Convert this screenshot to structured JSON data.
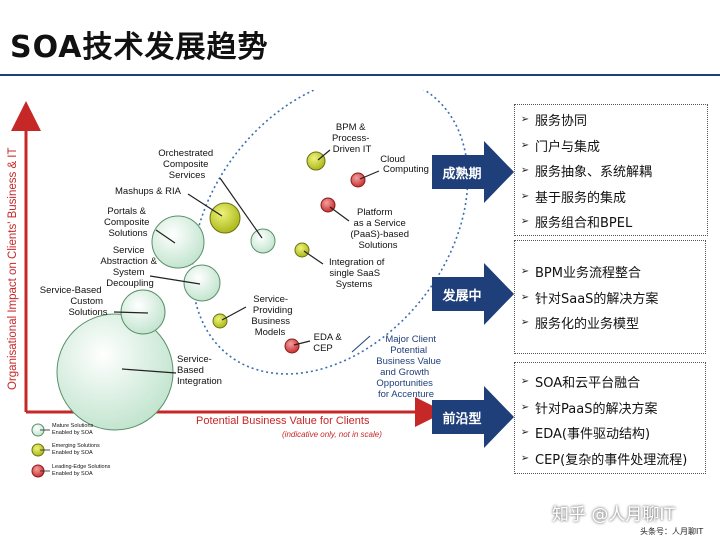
{
  "title": "SOA技术发展趋势",
  "diagram": {
    "y_axis_label": "Organisational Impact on Clients' Business & IT",
    "x_axis_label": "Potential Business Value for Clients",
    "x_axis_note": "(indicative only, not in scale)",
    "labels": {
      "service_based_integration": [
        "Service-",
        "Based",
        "Integration"
      ],
      "service_based_custom": [
        "Service-Based",
        "Custom",
        "Solutions"
      ],
      "service_abstraction": [
        "Service",
        "Abstraction &",
        "System",
        "Decoupling"
      ],
      "portals": [
        "Portals &",
        "Composite",
        "Solutions"
      ],
      "mashups": [
        "Mashups & RIA"
      ],
      "orchestrated": [
        "Orchestrated",
        "Composite",
        "Services"
      ],
      "bpm": [
        "BPM &",
        "Process-",
        "Driven IT"
      ],
      "cloud": [
        "Cloud",
        "Computing"
      ],
      "paas": [
        "Platform",
        "as a Service",
        "(PaaS)-based",
        "Solutions"
      ],
      "saas": [
        "Integration of",
        "single SaaS",
        "Systems"
      ],
      "service_providing": [
        "Service-",
        "Providing",
        "Business",
        "Models"
      ],
      "eda": [
        "EDA &",
        "CEP"
      ]
    },
    "ellipse_note": [
      "Major Client",
      "Potential",
      "Business Value",
      "and Growth",
      "Opportunities",
      "for Accenture"
    ],
    "legend": [
      {
        "line1": "Mature Solutions",
        "line2": "Enabled by SOA",
        "color": "#d8f0e0"
      },
      {
        "line1": "Emerging Solutions",
        "line2": "Enabled by SOA",
        "color": "#c8d23a"
      },
      {
        "line1": "Leading-Edge Solutions",
        "line2": "Enabled by SOA",
        "color": "#d9534f"
      }
    ]
  },
  "stages": [
    {
      "label": "成熟期",
      "items": [
        "服务协同",
        "门户与集成",
        "服务抽象、系统解耦",
        "基于服务的集成",
        "服务组合和BPEL"
      ]
    },
    {
      "label": "发展中",
      "items": [
        "BPM业务流程整合",
        "针对SaaS的解决方案",
        "服务化的业务模型"
      ]
    },
    {
      "label": "前沿型",
      "items": [
        "SOA和云平台融合",
        "针对PaaS的解决方案",
        "EDA(事件驱动结构)",
        "CEP(复杂的事件处理流程)"
      ]
    }
  ],
  "item_marker": "➢",
  "watermark": "知乎 @人月聊IT",
  "footer": "头条号：人月聊IT",
  "colors": {
    "mature": "#d8f0e0",
    "emerging": "#c8d23a",
    "leading": "#d9534f",
    "axis": "#c62828",
    "arrow": "#1f3f7a",
    "note": "#1f3f7a"
  }
}
